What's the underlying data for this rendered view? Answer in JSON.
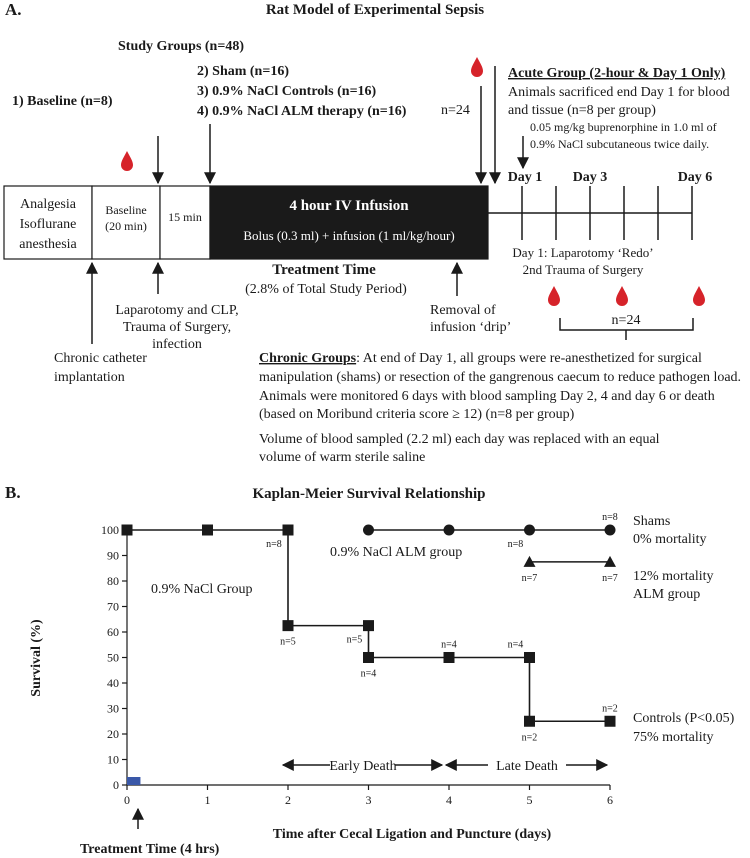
{
  "panel_a": {
    "label": "A.",
    "title": "Rat Model of Experimental Sepsis",
    "study_groups": "Study Groups (n=48)",
    "group1": "1) Baseline (n=8)",
    "group2": "2) Sham (n=16)",
    "group3": "3) 0.9% NaCl Controls (n=16)",
    "group4": "4) 0.9% NaCl ALM therapy (n=16)",
    "n24_top": "n=24",
    "acute_title": "Acute Group (2-hour & Day 1 Only)",
    "acute_line1": "Animals sacrificed end Day 1 for blood",
    "acute_line2": "and tissue (n=8 per group)",
    "bup_line1": "0.05 mg/kg buprenorphine in 1.0 ml of",
    "bup_line2": "0.9% NaCl subcutaneous twice daily.",
    "box1_line1": "Analgesia",
    "box1_line2": "Isoflurane",
    "box1_line3": "anesthesia",
    "box2_line1": "Baseline",
    "box2_line2": "(20 min)",
    "box3": "15 min",
    "infusion_title": "4 hour IV Infusion",
    "infusion_sub": "Bolus (0.3 ml) + infusion (1 ml/kg/hour)",
    "day1": "Day 1",
    "day3": "Day 3",
    "day6": "Day 6",
    "treatment_time": "Treatment Time",
    "treatment_pct": "(2.8% of Total Study Period)",
    "lap_redo1": "Day 1: Laparotomy ‘Redo’",
    "lap_redo2": "2nd Trauma of Surgery",
    "lap1": "Laparotomy and CLP,",
    "lap2": "Trauma of Surgery,",
    "lap3": "infection",
    "removal1": "Removal of",
    "removal2": "infusion ‘drip’",
    "n24_bottom": "n=24",
    "catheter1": "Chronic catheter",
    "catheter2": "implantation",
    "chronic_title": "Chronic Groups",
    "chronic_l1": ": At end of Day 1, all groups were re-anesthetized for surgical",
    "chronic_l2": "manipulation (shams) or resection of the gangrenous caecum to reduce pathogen load.",
    "chronic_l3": "Animals were monitored 6 days with blood sampling Day 2, 4 and day 6 or death",
    "chronic_l4": "(based on Moribund criteria score ≥ 12) (n=8 per group)",
    "volume_l1": "Volume of blood sampled (2.2 ml) each day was replaced with an equal",
    "volume_l2": "volume of warm sterile saline"
  },
  "panel_b": {
    "label": "B.",
    "treatment_label": "Treatment Time (4 hrs)",
    "group_nacl": "0.9% NaCl Group",
    "group_alm": "0.9% NaCl ALM group",
    "shams1": "Shams",
    "shams2": "0% mortality",
    "alm1": "12% mortality",
    "alm2": "ALM group",
    "controls1": "Controls (P<0.05)",
    "controls2": "75% mortality",
    "early_death": "Early Death",
    "late_death": "Late Death"
  },
  "chart_data": {
    "type": "line",
    "title": "Kaplan-Meier Survival Relationship",
    "xlabel": "Time after Cecal Ligation and Puncture (days)",
    "ylabel": "Survival (%)",
    "xlim": [
      0,
      6
    ],
    "ylim": [
      0,
      100
    ],
    "x_ticks": [
      0,
      1,
      2,
      3,
      4,
      5,
      6
    ],
    "y_ticks": [
      0,
      10,
      20,
      30,
      40,
      50,
      60,
      70,
      80,
      90,
      100
    ],
    "grid": false,
    "series": [
      {
        "marker": "circle",
        "x": [
          3,
          4,
          5,
          6
        ],
        "values": [
          100,
          100,
          100,
          100
        ],
        "color": "#1a1a1a"
      },
      {
        "marker": "triangle",
        "x": [
          5,
          6
        ],
        "values": [
          87.5,
          87.5
        ],
        "color": "#1a1a1a"
      },
      {
        "marker": "square",
        "x": [
          0,
          1,
          2,
          2,
          3,
          3,
          4,
          5,
          5,
          6
        ],
        "values": [
          100,
          100,
          100,
          62.5,
          62.5,
          50,
          50,
          50,
          25,
          25
        ],
        "color": "#1a1a1a"
      }
    ],
    "annotations": [
      {
        "text": "n=8",
        "x": 6,
        "y": 100,
        "pos": "above"
      },
      {
        "text": "n=8",
        "x": 2,
        "y": 100,
        "pos": "below-left"
      },
      {
        "text": "n=8",
        "x": 5,
        "y": 100,
        "pos": "below-left"
      },
      {
        "text": "n=7",
        "x": 5,
        "y": 87.5,
        "pos": "below"
      },
      {
        "text": "n=7",
        "x": 6,
        "y": 87.5,
        "pos": "below"
      },
      {
        "text": "n=5",
        "x": 2,
        "y": 62.5,
        "pos": "below"
      },
      {
        "text": "n=5",
        "x": 3,
        "y": 62.5,
        "pos": "below-left"
      },
      {
        "text": "n=4",
        "x": 3,
        "y": 50,
        "pos": "below"
      },
      {
        "text": "n=4",
        "x": 4,
        "y": 50,
        "pos": "above"
      },
      {
        "text": "n=4",
        "x": 5,
        "y": 50,
        "pos": "above-left"
      },
      {
        "text": "n=2",
        "x": 6,
        "y": 25,
        "pos": "above"
      },
      {
        "text": "n=2",
        "x": 5,
        "y": 25,
        "pos": "below"
      }
    ],
    "treatment_bar": {
      "x": [
        0,
        0.167
      ],
      "color": "#3a58a8"
    }
  }
}
